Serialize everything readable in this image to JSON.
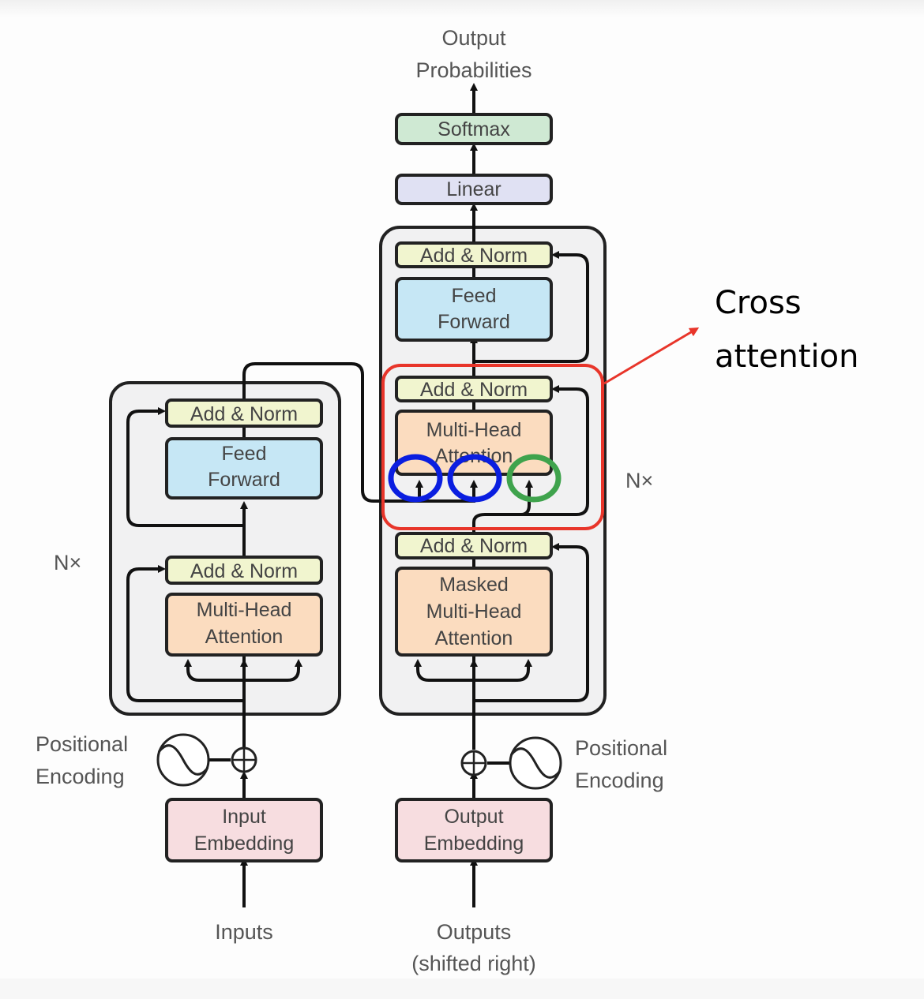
{
  "labels": {
    "output_probabilities": [
      "Output",
      "Probabilities"
    ],
    "inputs": "Inputs",
    "outputs": [
      "Outputs",
      "(shifted right)"
    ],
    "positional_encoding_left": [
      "Positional",
      "Encoding"
    ],
    "positional_encoding_right": [
      "Positional",
      "Encoding"
    ],
    "encoder_repeat": "N×",
    "decoder_repeat": "N×"
  },
  "blocks": {
    "softmax": "Softmax",
    "linear": "Linear",
    "encoder_add_norm_top": "Add & Norm",
    "encoder_feed_forward": [
      "Feed",
      "Forward"
    ],
    "encoder_add_norm_bottom": "Add & Norm",
    "encoder_attention": [
      "Multi-Head",
      "Attention"
    ],
    "input_embedding": [
      "Input",
      "Embedding"
    ],
    "decoder_add_norm_top": "Add & Norm",
    "decoder_feed_forward": [
      "Feed",
      "Forward"
    ],
    "decoder_add_norm_mid": "Add & Norm",
    "decoder_cross_attention": [
      "Multi-Head",
      "Attention"
    ],
    "decoder_add_norm_bottom": "Add & Norm",
    "decoder_masked_attention": [
      "Masked",
      "Multi-Head",
      "Attention"
    ],
    "output_embedding": [
      "Output",
      "Embedding"
    ]
  },
  "annotation": {
    "text": [
      "Cross",
      "attention"
    ],
    "highlight_color": "#e8352a",
    "kv_circle_color": "#0a1ee0",
    "query_circle_color": "#3fa34d"
  },
  "colors": {
    "add_norm": "#f1f5cf",
    "feed_forward": "#c6e7f5",
    "attention": "#fbdcbf",
    "embedding": "#f7dde0",
    "softmax": "#cfe9d3",
    "linear": "#e0e1f3",
    "stack_bg": "#f1f1f2"
  }
}
